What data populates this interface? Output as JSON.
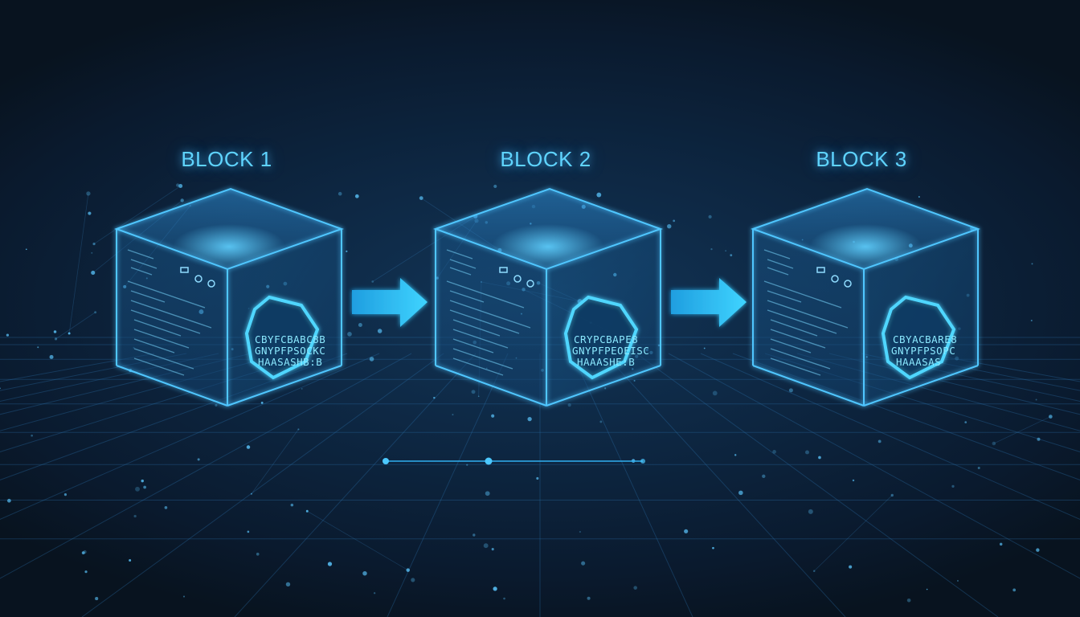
{
  "diagram": {
    "blocks": [
      {
        "label": "BLOCK 1",
        "hash_lines": [
          "CBYFCBABC8B",
          "GNYPFPSOCKC",
          "HAASASHB:B"
        ]
      },
      {
        "label": "BLOCK 2",
        "hash_lines": [
          "CRYPCBAPE8",
          "GNYPFPEOEISC",
          "HAAASHE:B"
        ]
      },
      {
        "label": "BLOCK 3",
        "hash_lines": [
          "CBYACBARE8",
          "GNYPFPSOPC",
          "HAAASAS"
        ]
      }
    ],
    "connections": [
      {
        "from": "BLOCK 1",
        "to": "BLOCK 2"
      },
      {
        "from": "BLOCK 2",
        "to": "BLOCK 3"
      }
    ]
  },
  "colors": {
    "background": "#0a1a2e",
    "accent": "#27c4ff",
    "label": "#5fd4ff",
    "glow": "#3fb8ff"
  }
}
